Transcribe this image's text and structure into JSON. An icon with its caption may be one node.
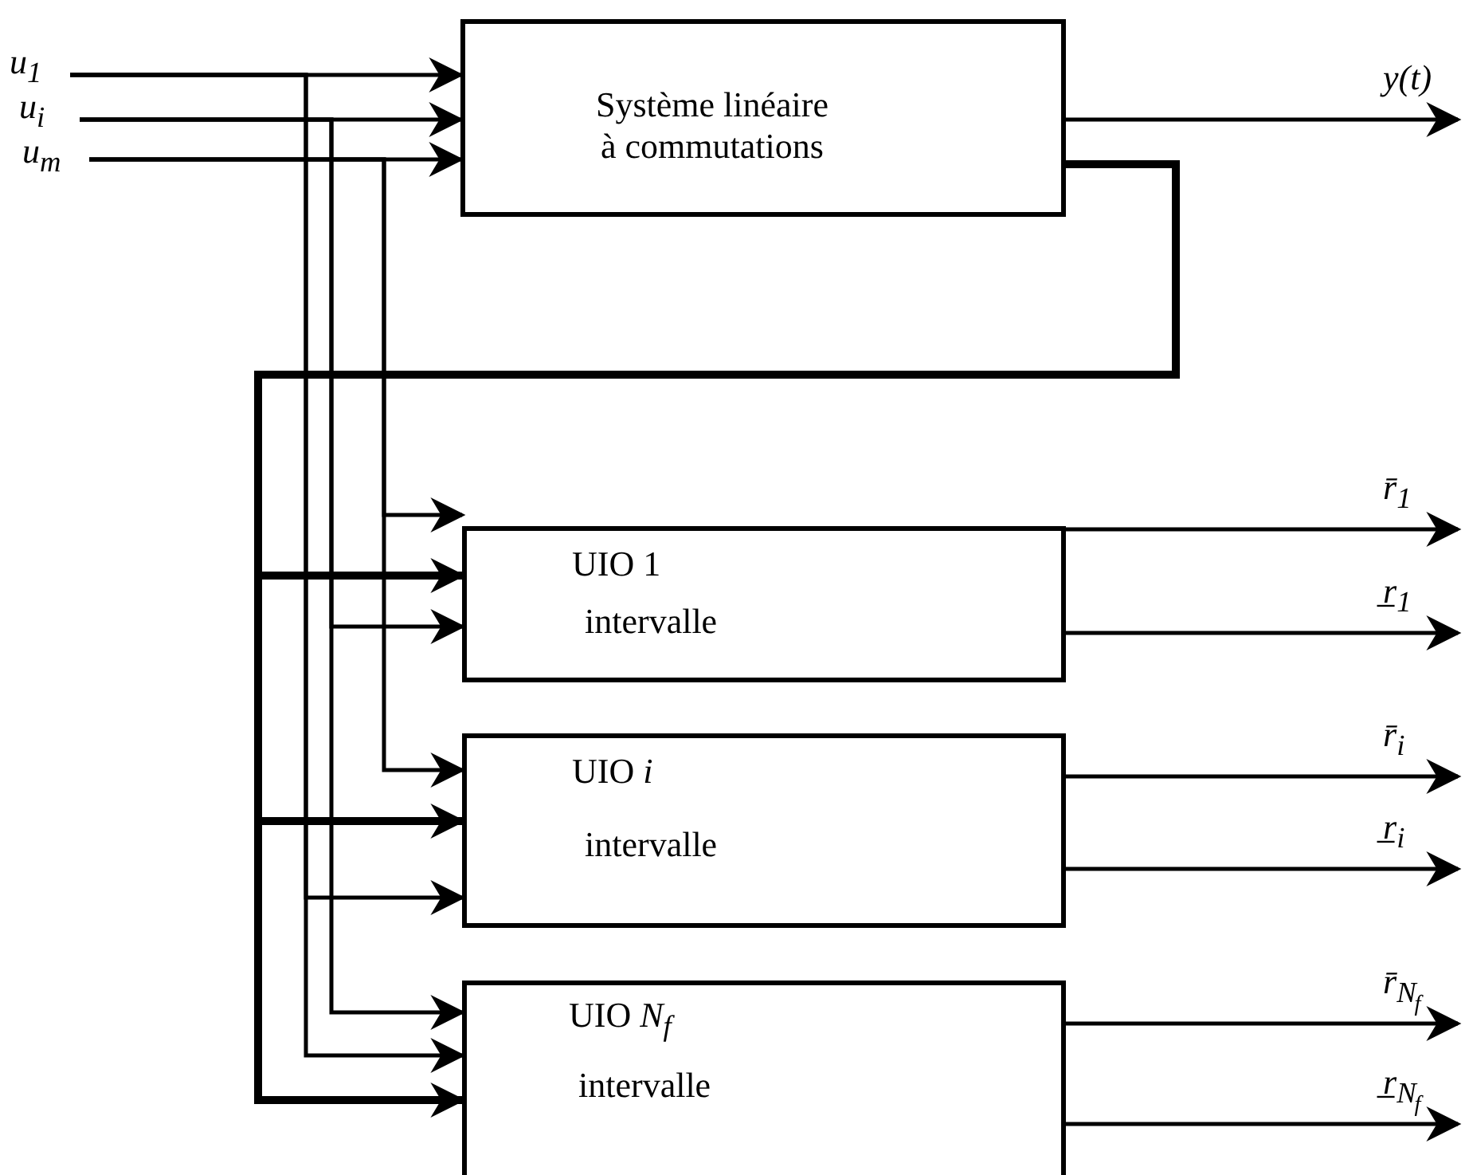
{
  "diagram": {
    "nodes": [
      {
        "text": [
          "u$_{1}$"
        ]
      },
      {
        "text": [
          "u$_{i}$"
        ]
      },
      {
        "text": [
          "u$_{m}$"
        ]
      },
      {
        "text": [
          "Système linéaire à commutations"
        ]
      },
      {
        "text": [
          "UIO 1",
          "intervalle"
        ]
      },
      {
        "text": [
          "UIO *i*",
          "intervalle"
        ]
      },
      {
        "text": [
          "UIO *N*$_{f}$",
          "intervalle"
        ]
      }
    ],
    "edges": [
      {
        "from": 0,
        "to": 3,
        "arrow": "to"
      },
      {
        "from": 1,
        "to": 3,
        "arrow": "to"
      },
      {
        "from": 2,
        "to": 3,
        "arrow": "to"
      },
      {
        "from": 3,
        "to": null,
        "arrow": "to",
        "label": "y(t)"
      },
      {
        "from": 3,
        "to": 4,
        "arrow": "to",
        "style": "thick"
      },
      {
        "from": 3,
        "to": 5,
        "arrow": "to",
        "style": "thick"
      },
      {
        "from": 3,
        "to": 6,
        "arrow": "to",
        "style": "thick"
      },
      {
        "from": 0,
        "to": 5,
        "arrow": "to"
      },
      {
        "from": 0,
        "to": 6,
        "arrow": "to"
      },
      {
        "from": 1,
        "to": 4,
        "arrow": "to"
      },
      {
        "from": 1,
        "to": 6,
        "arrow": "to"
      },
      {
        "from": 2,
        "to": 4,
        "arrow": "to"
      },
      {
        "from": 2,
        "to": 5,
        "arrow": "to"
      },
      {
        "from": 4,
        "to": null,
        "arrow": "to",
        "label": "r̄$_{1}$"
      },
      {
        "from": 4,
        "to": null,
        "arrow": "to",
        "label": "r̲$_{1}$"
      },
      {
        "from": 5,
        "to": null,
        "arrow": "to",
        "label": "r̄$_{i}$"
      },
      {
        "from": 5,
        "to": null,
        "arrow": "to",
        "label": "r̲$_{i}$"
      },
      {
        "from": 6,
        "to": null,
        "arrow": "to",
        "label": "r̄$_{N}$$_{f}$"
      },
      {
        "from": 6,
        "to": null,
        "arrow": "to",
        "label": "r̲$_{N}$$_{f}$"
      }
    ]
  }
}
